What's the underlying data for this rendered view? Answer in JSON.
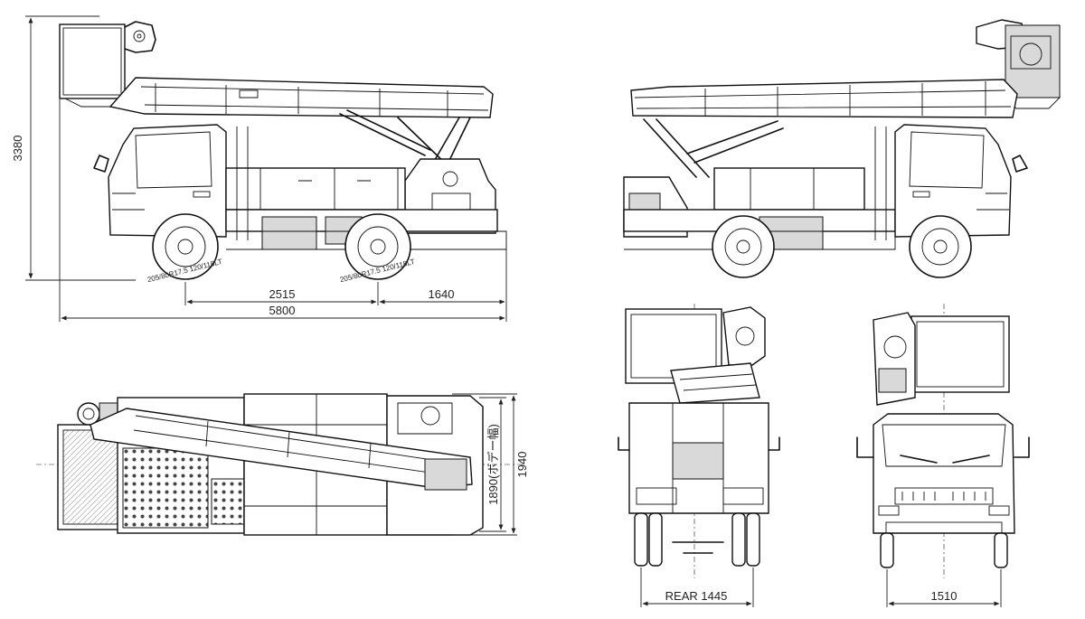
{
  "dimensions": {
    "overall_height": "3380",
    "wheelbase": "2515",
    "rear_overhang": "1640",
    "overall_length": "5800",
    "body_width": "1890(ボデー幅)",
    "overall_width": "1940",
    "rear_tread": "REAR 1445",
    "front_tread": "1510"
  },
  "tire_marking": "205/80R17.5 120/118LT"
}
